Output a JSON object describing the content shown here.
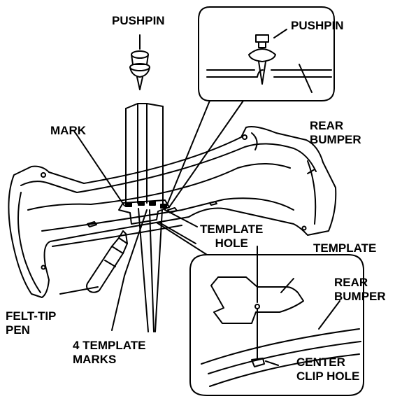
{
  "labels": {
    "pushpin_main": "PUSHPIN",
    "pushpin_detail": "PUSHPIN",
    "rear_bumper_top": [
      "REAR",
      "BUMPER"
    ],
    "mark": "MARK",
    "template_hole": [
      "TEMPLATE",
      "HOLE"
    ],
    "template": "TEMPLATE",
    "rear_bumper_bottom": [
      "REAR",
      "BUMPER"
    ],
    "felt_tip_pen": [
      "FELT-TIP",
      "PEN"
    ],
    "template_marks": [
      "4 TEMPLATE",
      "MARKS"
    ],
    "center_clip_hole": [
      "CENTER",
      "CLIP HOLE"
    ]
  }
}
